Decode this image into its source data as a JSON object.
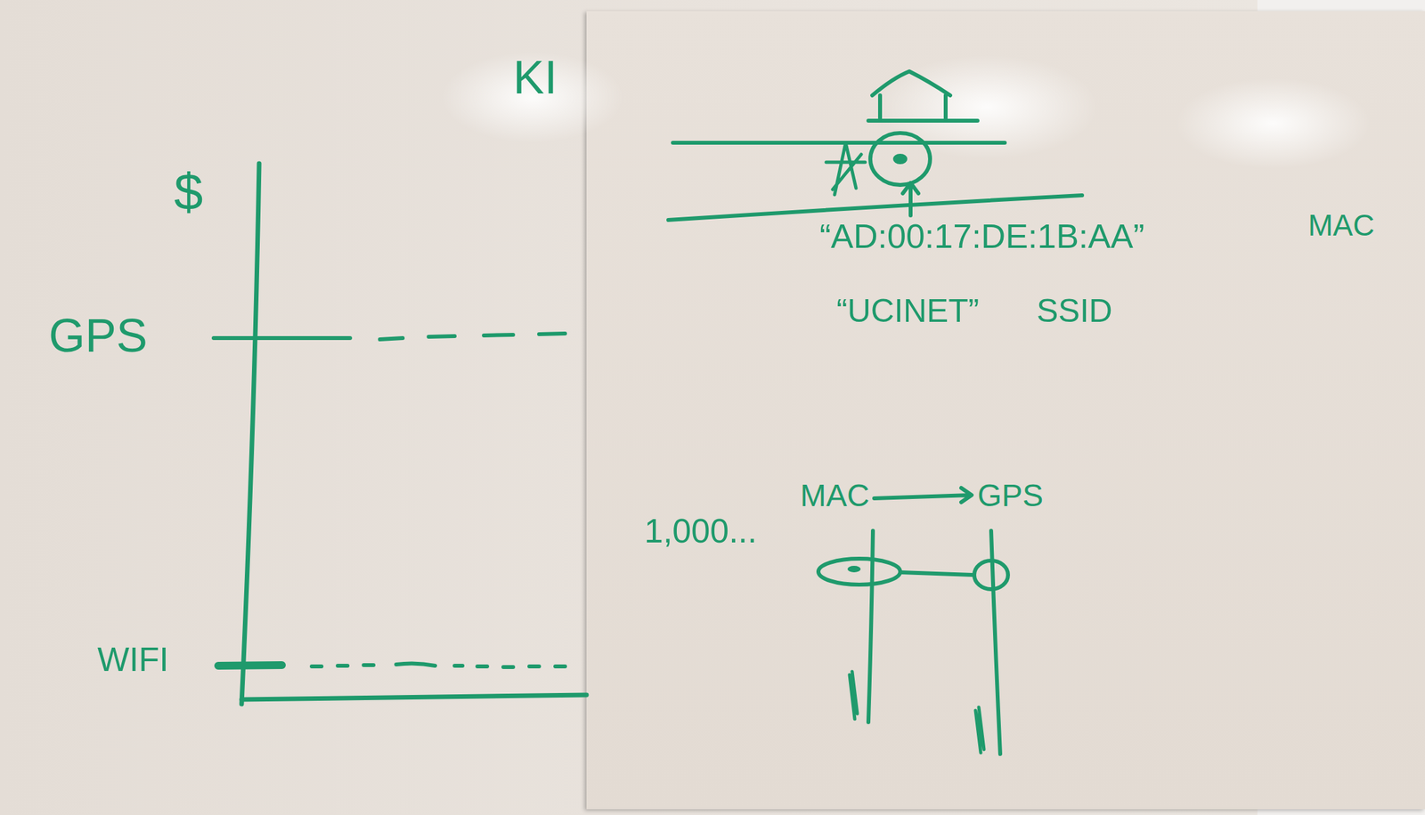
{
  "diagram": {
    "labels": [
      "KI",
      "$",
      "GPS",
      "WIFI",
      "“AD:00:17:DE:1B:AA”",
      "MAC",
      "“UCINET”",
      "SSID",
      "1,000...",
      "MAC",
      "GPS"
    ]
  }
}
